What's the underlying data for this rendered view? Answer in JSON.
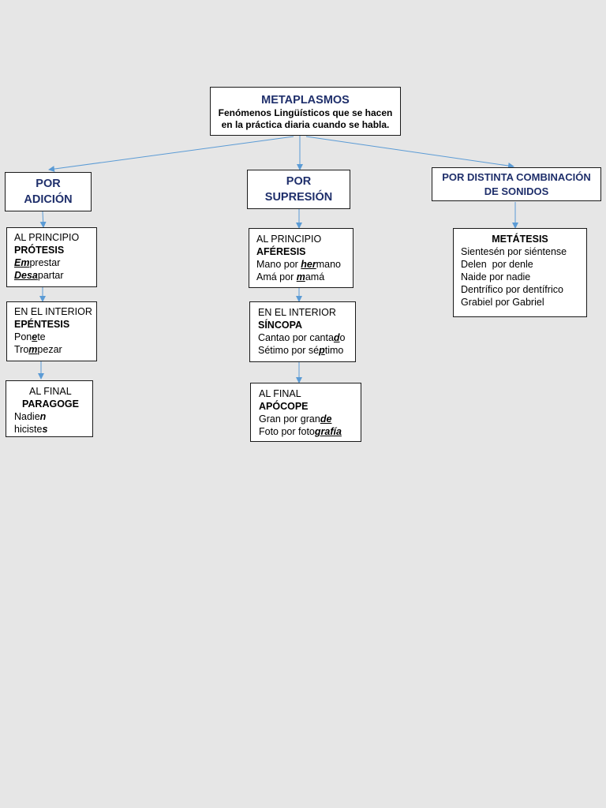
{
  "root": {
    "title": "METAPLASMOS",
    "subtitle_1": "Fenómenos Lingüísticos que se hacen",
    "subtitle_2": "en la práctica diaria cuando se habla."
  },
  "adicion": {
    "title_1": "POR",
    "title_2": "ADICIÓN",
    "principio": {
      "heading": "AL PRINCIPIO",
      "term": "PRÓTESIS",
      "ex1_hl": "Em",
      "ex1_rest": "prestar",
      "ex2_hl": "Desa",
      "ex2_rest": "partar"
    },
    "interior": {
      "heading": "EN EL INTERIOR",
      "term": "EPÉNTESIS",
      "ex1_a": "Pon",
      "ex1_hl": "e",
      "ex1_b": "te",
      "ex2_a": "Tro",
      "ex2_hl": "m",
      "ex2_b": "pezar"
    },
    "final": {
      "heading": "AL FINAL",
      "term": "PARAGOGE",
      "ex1_a": "Nadie",
      "ex1_hl": "n",
      "ex2_a": "hiciste",
      "ex2_hl": "s"
    }
  },
  "supresion": {
    "title_1": "POR",
    "title_2": "SUPRESIÓN",
    "principio": {
      "heading": "AL PRINCIPIO",
      "term": "AFÉRESIS",
      "ex1_a": "Mano por ",
      "ex1_hl": "her",
      "ex1_b": "mano",
      "ex2_a": "Amá por ",
      "ex2_hl": "m",
      "ex2_b": "amá"
    },
    "interior": {
      "heading": "EN EL INTERIOR",
      "term": "SÍNCOPA",
      "ex1_a": "Cantao por canta",
      "ex1_hl": "d",
      "ex1_b": "o",
      "ex2_a": "Sétimo por sé",
      "ex2_hl": "p",
      "ex2_b": "timo"
    },
    "final": {
      "heading": "AL FINAL",
      "term": "APÓCOPE",
      "ex1_a": "Gran por gran",
      "ex1_hl": "de",
      "ex2_a": "Foto por foto",
      "ex2_hl": "grafía"
    }
  },
  "combinacion": {
    "title_1": "POR DISTINTA COMBINACIÓN",
    "title_2": "DE SONIDOS",
    "metatesis": {
      "term": "METÁTESIS",
      "examples": [
        "Sientesén por siéntense",
        "Delen  por denle",
        "Naide por nadie",
        "Dentrífico por dentífrico",
        "Grabiel por Gabriel"
      ]
    }
  },
  "colors": {
    "arrow": "#5b9bd5",
    "category_text": "#1f2f6b",
    "background": "#e6e6e6"
  }
}
